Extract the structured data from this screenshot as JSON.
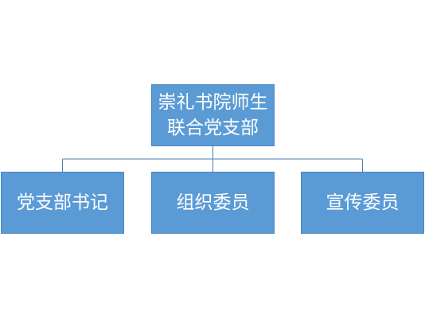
{
  "org_chart": {
    "root": {
      "line1": "崇礼书院师生",
      "line2": "联合党支部"
    },
    "children": [
      {
        "label": "党支部书记"
      },
      {
        "label": "组织委员"
      },
      {
        "label": "宣传委员"
      }
    ]
  },
  "colors": {
    "box_fill": "#5b9bd5",
    "box_text": "#ffffff",
    "connector": "#4a7fb5"
  }
}
